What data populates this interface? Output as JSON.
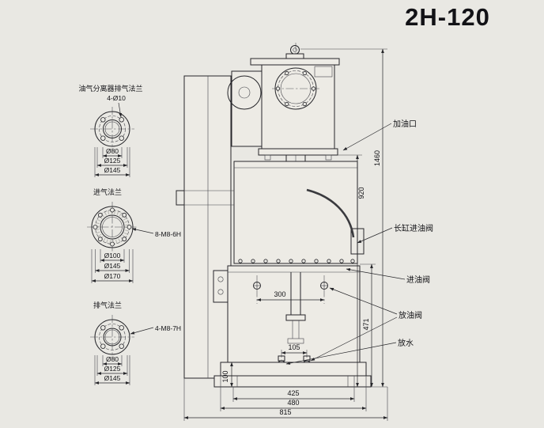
{
  "title": "2H-120",
  "flanges": {
    "f1": {
      "name": "油气分离器排气法兰",
      "bolts": "4-Ø10",
      "d1": "Ø80",
      "d2": "Ø125",
      "d3": "Ø145"
    },
    "f2": {
      "name": "进气法兰",
      "bolts": "8-M8-6H",
      "d1": "Ø100",
      "d2": "Ø145",
      "d3": "Ø170"
    },
    "f3": {
      "name": "排气法兰",
      "bolts": "4-M8-7H",
      "d1": "Ø80",
      "d2": "Ø125",
      "d3": "Ø145"
    }
  },
  "callouts": {
    "oil_fill": "加油口",
    "long_cylinder_oil_valve": "长缸进油阀",
    "oil_inlet_valve": "进油阀",
    "oil_drain_valve": "放油阀",
    "water_drain": "放水"
  },
  "dims": {
    "overall_height": "1460",
    "pump_height": "920",
    "lower_height": "471",
    "pipe_span": "300",
    "valve_span": "105",
    "base_height": "100",
    "base_inner_width": "425",
    "base_width": "480",
    "overall_width": "815"
  }
}
